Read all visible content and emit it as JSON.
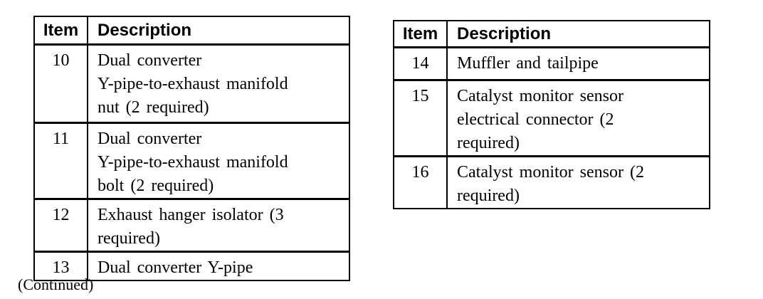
{
  "colors": {
    "text": "#000000",
    "background": "#ffffff",
    "border": "#000000"
  },
  "document": {
    "continued_note": "(Continued)"
  },
  "tables": [
    {
      "headers": [
        "Item",
        "Description"
      ],
      "rows": [
        {
          "item": "10",
          "description": "Dual converter\nY-pipe-to-exhaust manifold\nnut (2 required)"
        },
        {
          "item": "11",
          "description": "Dual converter\nY-pipe-to-exhaust manifold\nbolt (2 required)"
        },
        {
          "item": "12",
          "description": "Exhaust hanger isolator (3\nrequired)"
        },
        {
          "item": "13",
          "description": "Dual converter Y-pipe"
        }
      ]
    },
    {
      "headers": [
        "Item",
        "Description"
      ],
      "rows": [
        {
          "item": "14",
          "description": "Muffler and tailpipe"
        },
        {
          "item": "15",
          "description": "Catalyst monitor sensor\nelectrical connector (2\nrequired)"
        },
        {
          "item": "16",
          "description": "Catalyst monitor sensor (2\nrequired)"
        }
      ]
    }
  ]
}
